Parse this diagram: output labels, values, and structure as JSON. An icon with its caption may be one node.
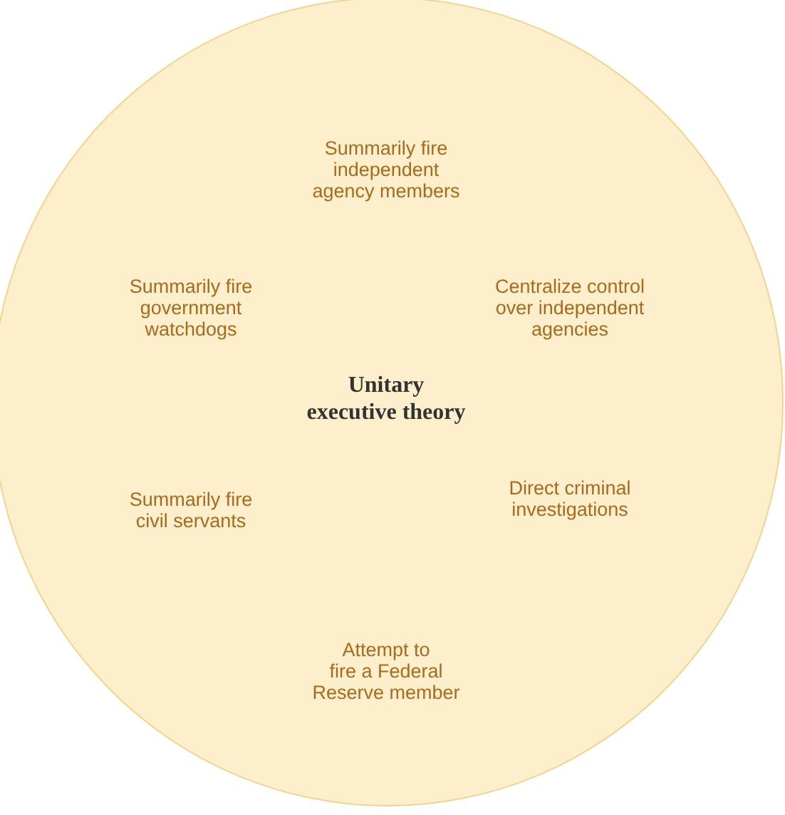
{
  "diagram": {
    "nodes": [
      {
        "text": [
          "Summarily fire independent agency members",
          "Summarily fire government watchdogs",
          "Centralize control over independent agencies",
          "Unitary executive theory",
          "Summarily fire civil servants",
          "Direct criminal investigations",
          "Attempt to fire a Federal Reserve member"
        ]
      }
    ]
  }
}
